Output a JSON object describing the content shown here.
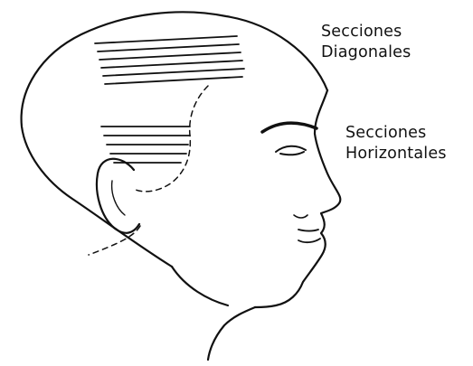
{
  "labels": {
    "diagonal": {
      "line1": "Secciones",
      "line2": "Diagonales"
    },
    "horizontal": {
      "line1": "Secciones",
      "line2": "Horizontales"
    }
  },
  "colors": {
    "ink": "#111111",
    "background": "#ffffff"
  }
}
